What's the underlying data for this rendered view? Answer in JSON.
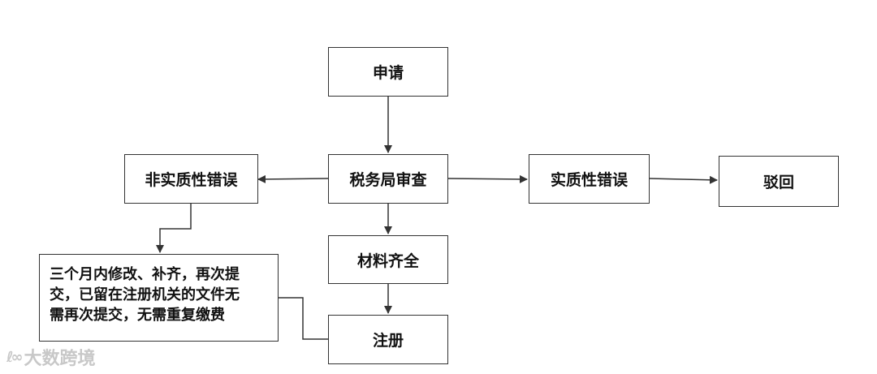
{
  "nodes": {
    "apply": "申请",
    "tax_review": "税务局审查",
    "non_substantive_error": "非实质性错误",
    "substantive_error": "实质性错误",
    "rejected": "驳回",
    "materials_complete": "材料齐全",
    "register": "注册"
  },
  "note": {
    "lines": [
      "三个月内修改、补齐，再次提",
      "交，已留在注册机关的文件无",
      "需再次提交，无需重复缴费"
    ]
  },
  "watermark": {
    "text": "大数跨境"
  },
  "colors": {
    "stroke": "#333333",
    "watermark": "#c8c8c8"
  }
}
